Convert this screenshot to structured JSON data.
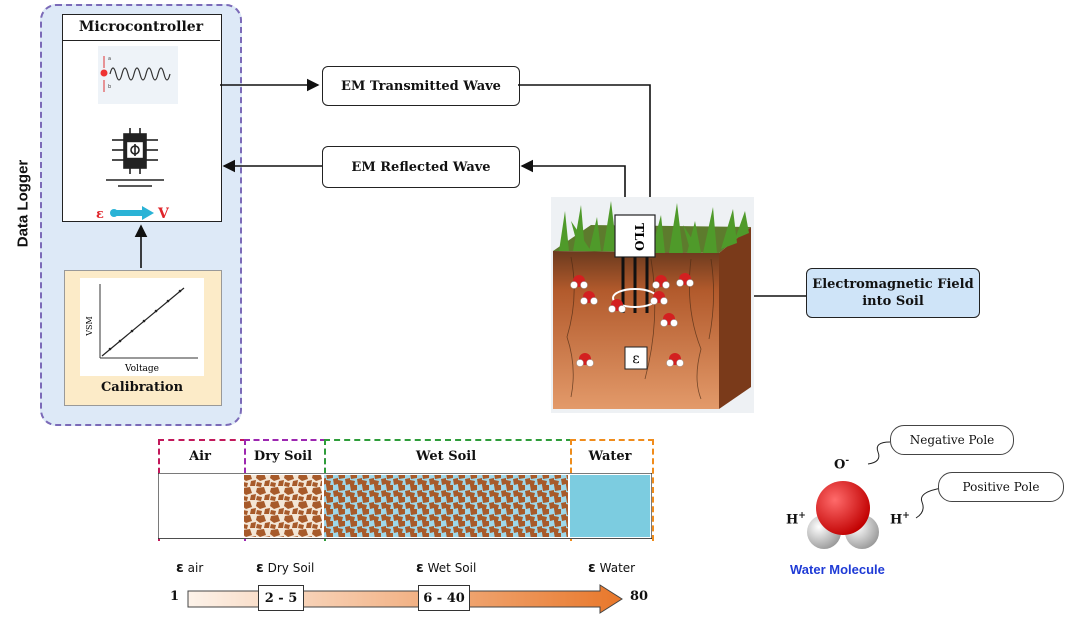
{
  "side_label": "Data Logger",
  "microcontroller": {
    "title": "Microcontroller",
    "signal_labels": [
      "a",
      "b"
    ],
    "epsilon": "ε",
    "voltage": "V"
  },
  "calibration": {
    "label": "Calibration",
    "y_axis": "VSM",
    "x_axis": "Voltage"
  },
  "waves": {
    "transmitted": "EM Transmitted Wave",
    "reflected": "EM Reflected Wave"
  },
  "probe_label": "TLO",
  "soil_epsilon": "ε",
  "em_field": "Electromagnetic Field into Soil",
  "segments": [
    {
      "label": "Air",
      "color": "#c2185b"
    },
    {
      "label": "Dry Soil",
      "color": "#9c27b0"
    },
    {
      "label": "Wet Soil",
      "color": "#2e9d3a"
    },
    {
      "label": "Water",
      "color": "#f08c1c"
    }
  ],
  "permittivity": {
    "symbol": "ε",
    "labels": [
      "air",
      "Dry Soil",
      "Wet Soil",
      "Water"
    ],
    "min": "1",
    "max": "80",
    "ranges": [
      "2 - 5",
      "6 - 40"
    ]
  },
  "molecule": {
    "label": "Water Molecule",
    "oxygen": "O",
    "hydrogen": "H",
    "negative_sup": "-",
    "positive_sup": "+",
    "negative_pole": "Negative Pole",
    "positive_pole": "Positive Pole"
  },
  "colors": {
    "logger_fill": "#dde9f7",
    "logger_border": "#7b6ab8",
    "calibration_fill": "#fcebc8",
    "em_field_fill": "#cfe4f8",
    "water_fill": "#7ccce0",
    "soil_brown": "#a75a2a",
    "arrow_orange": "#e8772a",
    "molecule_label": "#1f3bd6"
  }
}
